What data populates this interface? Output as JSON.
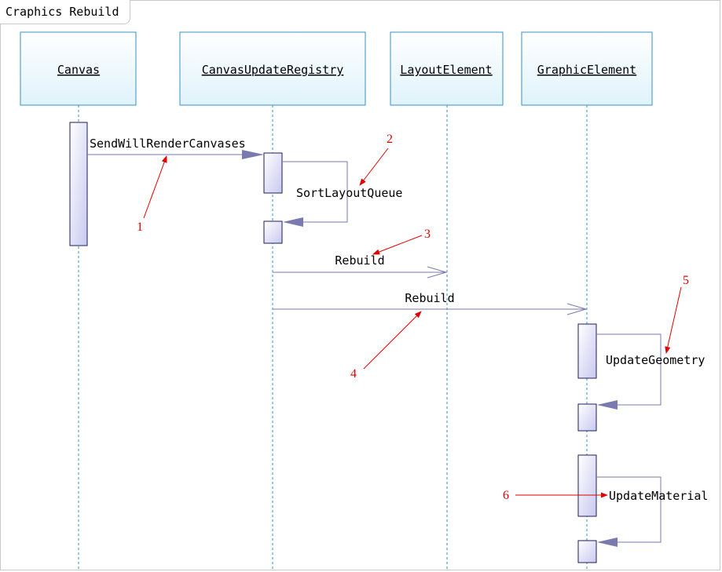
{
  "title": "Craphics Rebuild",
  "colors": {
    "lifeline_border": "#3a8fc5",
    "box_top": "#ffffff",
    "box_bottom": "#dff3fb",
    "activation_top": "#ffffff",
    "activation_bottom": "#c8c8f0",
    "message": "#7a7ab0",
    "arrowhead": "#7a7ab0",
    "annotation": "#e00000"
  },
  "lifelines": [
    {
      "id": "canvas",
      "label": "Canvas"
    },
    {
      "id": "registry",
      "label": "CanvasUpdateRegistry"
    },
    {
      "id": "layout",
      "label": "LayoutElement"
    },
    {
      "id": "graphic",
      "label": "GraphicElement"
    }
  ],
  "messages": [
    {
      "id": "send",
      "label": "SendWillRenderCanvases",
      "from": "canvas",
      "to": "registry",
      "kind": "sync"
    },
    {
      "id": "sort",
      "label": "SortLayoutQueue",
      "from": "registry",
      "to": "registry",
      "kind": "self"
    },
    {
      "id": "rebuild-layout",
      "label": "Rebuild",
      "from": "registry",
      "to": "layout",
      "kind": "async"
    },
    {
      "id": "rebuild-graphic",
      "label": "Rebuild",
      "from": "registry",
      "to": "graphic",
      "kind": "async"
    },
    {
      "id": "geometry",
      "label": "UpdateGeometry",
      "from": "graphic",
      "to": "graphic",
      "kind": "self"
    },
    {
      "id": "material",
      "label": "UpdateMaterial",
      "from": "graphic",
      "to": "graphic",
      "kind": "self"
    }
  ],
  "annotations": [
    {
      "number": "1",
      "target": "send"
    },
    {
      "number": "2",
      "target": "sort"
    },
    {
      "number": "3",
      "target": "rebuild-layout"
    },
    {
      "number": "4",
      "target": "rebuild-graphic"
    },
    {
      "number": "5",
      "target": "geometry"
    },
    {
      "number": "6",
      "target": "material"
    }
  ]
}
